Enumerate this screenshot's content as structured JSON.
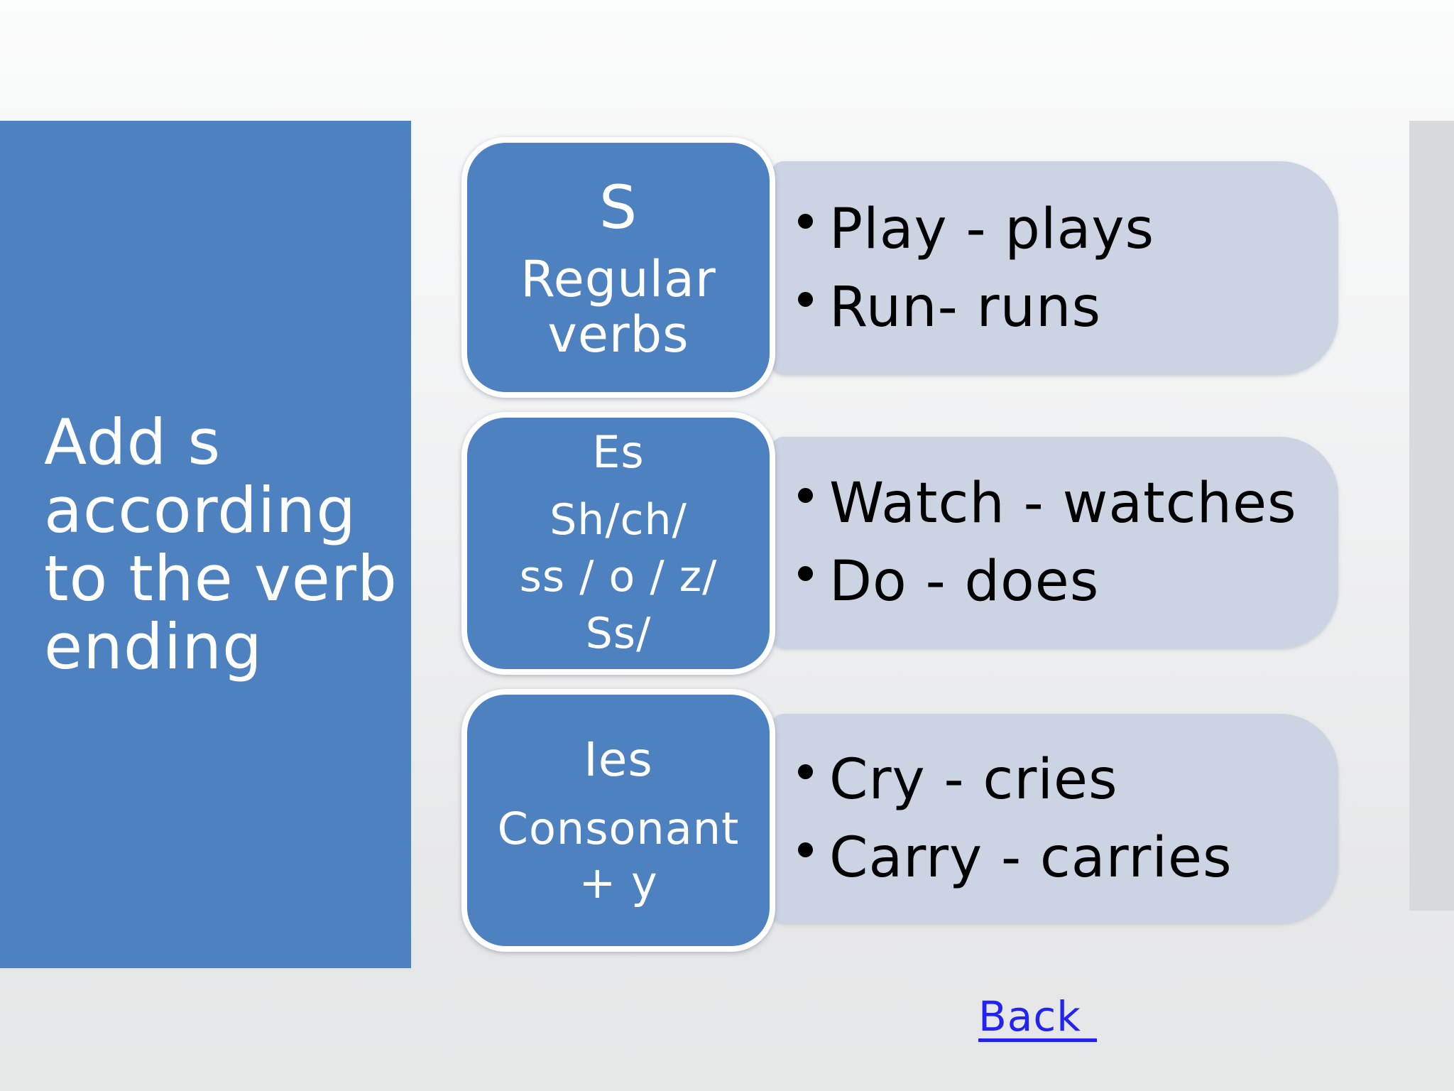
{
  "slide": {
    "colors": {
      "accent_blue": "#4e81c0",
      "example_panel_bg": "#ccd3e2",
      "background_top": "#fbfcfc",
      "background_bottom": "#e7e8e8",
      "side_strip": "#d8d9da",
      "title_text": "#ffffff",
      "example_text": "#000000",
      "link_blue": "#2222f2"
    },
    "title": {
      "lines": [
        "Add s",
        "according",
        "to the verb",
        "ending"
      ]
    },
    "rows": [
      {
        "heading": "S",
        "sub_lines": [
          "Regular",
          "verbs"
        ],
        "examples": [
          "Play - plays",
          "Run- runs"
        ]
      },
      {
        "heading": "Es",
        "sub_lines": [
          "Sh/ch/",
          "ss / o / z/",
          "Ss/"
        ],
        "examples": [
          "Watch - watches",
          "Do - does"
        ]
      },
      {
        "heading": "Ies",
        "sub_lines": [
          "Consonant",
          "+ y"
        ],
        "examples": [
          "Cry - cries",
          "Carry - carries"
        ]
      }
    ],
    "back_link": {
      "label": "Back"
    }
  }
}
